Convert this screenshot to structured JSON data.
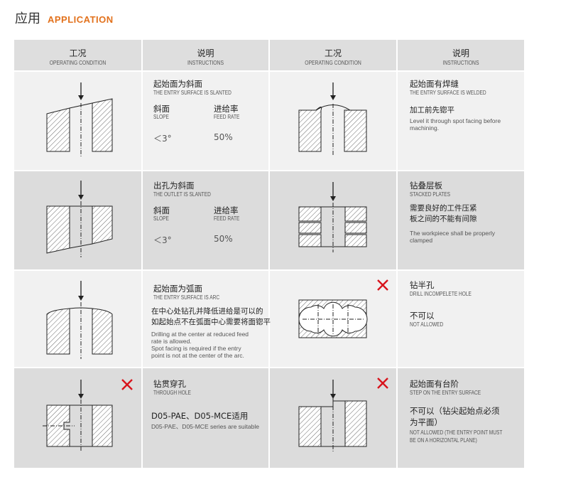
{
  "header": {
    "title_zh": "应用",
    "title_en": "APPLICATION"
  },
  "columns": [
    {
      "zh": "工况",
      "en": "OPERATING CONDITION"
    },
    {
      "zh": "说明",
      "en": "INSTRUCTIONS"
    },
    {
      "zh": "工况",
      "en": "OPERATING CONDITION"
    },
    {
      "zh": "说明",
      "en": "INSTRUCTIONS"
    }
  ],
  "left": [
    {
      "title_zh": "起始面为斜面",
      "title_en": "THE ENTRY SURFACE IS SLANTED",
      "slope_zh": "斜面",
      "slope_en": "SLOPE",
      "feed_zh": "进给率",
      "feed_en": "FEED RATE",
      "slope_val": "＜3°",
      "feed_val": "50%"
    },
    {
      "title_zh": "出孔为斜面",
      "title_en": "THE OUTLET IS SLANTED",
      "slope_zh": "斜面",
      "slope_en": "SLOPE",
      "feed_zh": "进给率",
      "feed_en": "FEED RATE",
      "slope_val": "＜3°",
      "feed_val": "50%"
    },
    {
      "title_zh": "起始面为弧面",
      "title_en": "THE ENTRY SURFACE IS ARC",
      "desc_zh_1": "在中心处钻孔并降低进给是可以的",
      "desc_zh_2": "如起始点不在弧面中心需要将面锪平",
      "desc_en_1": "Drilling at the center at reduced feed",
      "desc_en_2": "rate is allowed.",
      "desc_en_3": "Spot facing is required if the entry",
      "desc_en_4": "point is not at the center of the arc."
    },
    {
      "title_zh": "钻贯穿孔",
      "title_en": "THROUGH HOLE",
      "desc_zh": "D05-PAE、D05-MCE适用",
      "desc_en": "D05-PAE、D05-MCE series are suitable"
    }
  ],
  "right": [
    {
      "title_zh": "起始面有焊缝",
      "title_en": "THE ENTRY SURFACE IS WELDED",
      "desc_zh": "加工前先锪平",
      "desc_en_1": "Level it through spot facing before",
      "desc_en_2": "machining."
    },
    {
      "title_zh": "钻叠层板",
      "title_en": "STACKED PLATES",
      "desc_zh_1": "需要良好的工件压紧",
      "desc_zh_2": "板之间的不能有间隙",
      "desc_en_1": "The workpiece shall be properly",
      "desc_en_2": "clamped"
    },
    {
      "title_zh": "钻半孔",
      "title_en": "DRILL INCOMPELETE HOLE",
      "desc_zh": "不可以",
      "desc_en": "NOT ALLOWED"
    },
    {
      "title_zh": "起始面有台阶",
      "title_en": "STEP ON THE ENTRY SURFACE",
      "desc_zh_1": "不可以（钻尖起始点必须",
      "desc_zh_2": "为平面）",
      "desc_en_1": "NOT ALLOWED (THE ENTRY POINT MUST",
      "desc_en_2": "BE ON A HORIZONTAL PLANE)"
    }
  ],
  "colors": {
    "accent": "#e2711c",
    "cross": "#d8141c",
    "header_bg": "#dedede",
    "dark_row": "#dcdcdc",
    "light_row": "#f1f1f1"
  }
}
